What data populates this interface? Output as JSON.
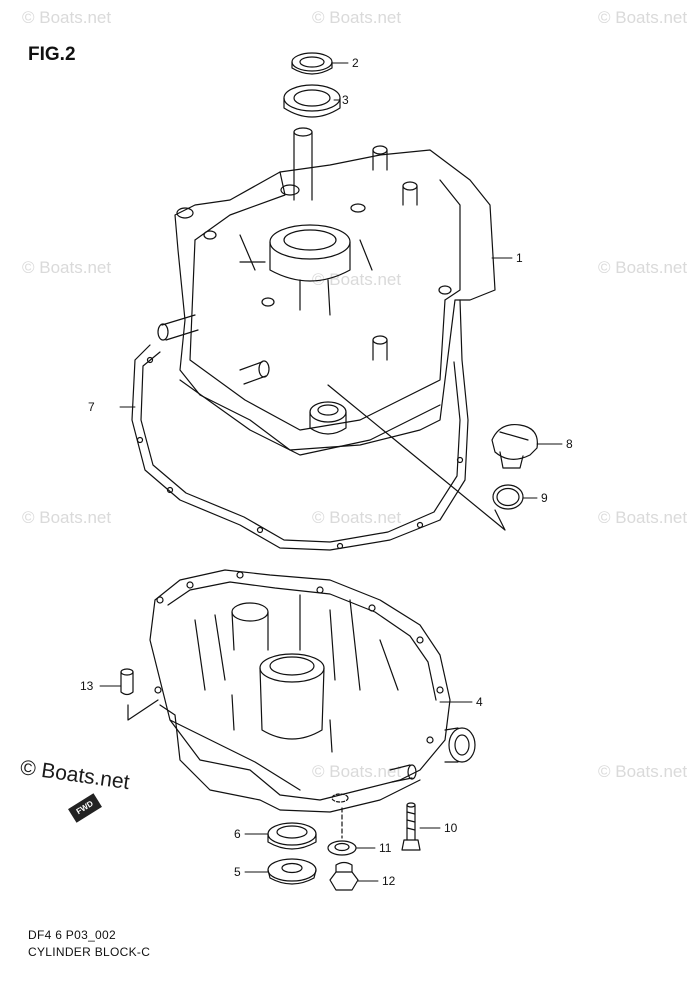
{
  "figure_label": "FIG.2",
  "caption_code": "DF4 6 P03_002",
  "caption_title": "CYLINDER BLOCK-C",
  "watermark_text": "© Boats.net",
  "brand_mark": "© Boats.net",
  "fwd_label": "FWD",
  "callouts": [
    "1",
    "2",
    "3",
    "4",
    "5",
    "6",
    "7",
    "8",
    "9",
    "10",
    "11",
    "12",
    "13"
  ],
  "line_color": "#111111",
  "watermark_color": "#dadada"
}
